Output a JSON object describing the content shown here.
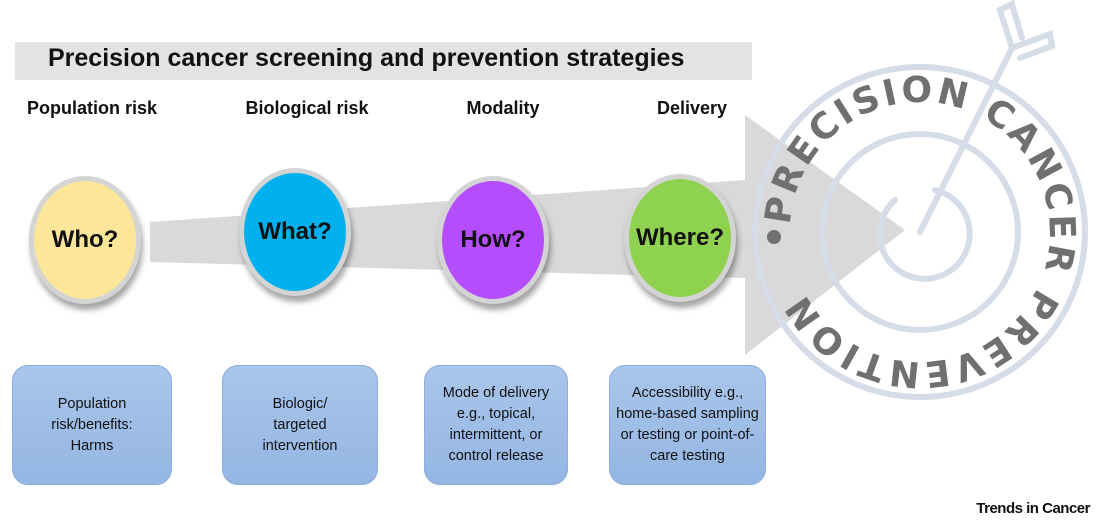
{
  "title": "Precision cancer screening and prevention strategies",
  "columns": [
    {
      "header": "Population risk",
      "question": "Who?",
      "color": "#fde59a",
      "description": "Population risk/benefits: Harms"
    },
    {
      "header": "Biological risk",
      "question": "What?",
      "color": "#00b0ef",
      "description": "Biologic/ targeted intervention"
    },
    {
      "header": "Modality",
      "question": "How?",
      "color": "#b64dfd",
      "description": "Mode of delivery e.g., topical, intermittent, or control release"
    },
    {
      "header": "Delivery",
      "question": "Where?",
      "color": "#8fd24f",
      "description": "Accessibility e.g., home-based sampling or testing or point-of-care testing"
    }
  ],
  "badge": {
    "text": "PRECISION CANCER PREVENTION",
    "icon": "target-arrow-icon"
  },
  "brand": "Trends in Cancer"
}
